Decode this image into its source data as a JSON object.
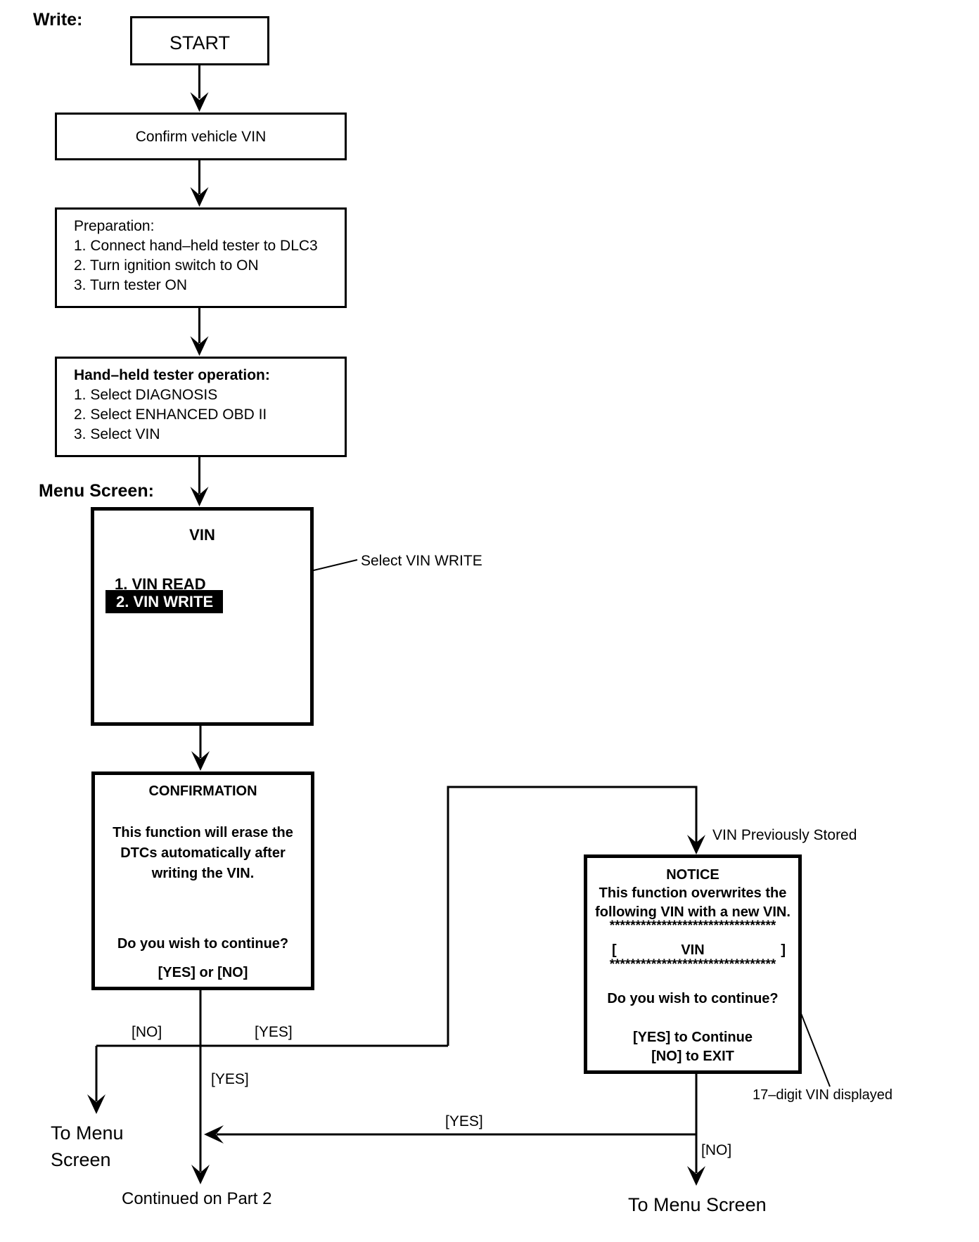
{
  "labels": {
    "write": "Write:",
    "menu_screen": "Menu Screen:"
  },
  "nodes": {
    "start": "START",
    "confirm_vin": "Confirm vehicle VIN",
    "preparation": {
      "title": "Preparation:",
      "items": [
        "1. Connect hand–held tester to DLC3",
        "2. Turn ignition switch to ON",
        "3. Turn tester ON"
      ]
    },
    "tester_operation": {
      "title": "Hand–held tester operation:",
      "items": [
        "1. Select DIAGNOSIS",
        "2. Select ENHANCED OBD II",
        "3. Select VIN"
      ]
    },
    "vin_menu": {
      "title": "VIN",
      "item_read": "1. VIN READ",
      "item_write": "2. VIN WRITE"
    },
    "confirmation": {
      "title": "CONFIRMATION",
      "body_lines": [
        "This function will erase the",
        "DTCs automatically after",
        "writing the VIN."
      ],
      "question": "Do you wish to continue?",
      "options": "[YES] or [NO]"
    },
    "notice": {
      "title": "NOTICE",
      "body_lines": [
        "This function overwrites the",
        "following VIN with a new VIN."
      ],
      "stars_top": "********************************",
      "vin_bracket_open": "[",
      "vin_label": "VIN",
      "vin_bracket_close": "]",
      "stars_bottom": "********************************",
      "question": "Do you wish to continue?",
      "yes_line": "[YES] to Continue",
      "no_line": "[NO] to EXIT"
    }
  },
  "callouts": {
    "select_vin_write": "Select VIN WRITE",
    "vin_previously_stored": "VIN Previously Stored",
    "vin_digits": "17–digit VIN displayed"
  },
  "branch_labels": {
    "confirmation_no": "[NO]",
    "confirmation_yes": "[YES]",
    "continue_yes": "[YES]",
    "merge_yes": "[YES]",
    "notice_no": "[NO]"
  },
  "terminals": {
    "to_menu_screen_left_line1": "To Menu",
    "to_menu_screen_left_line2": "Screen",
    "continued": "Continued on Part 2",
    "to_menu_screen_right": "To Menu Screen"
  },
  "colors": {
    "ink": "#000000",
    "background": "#ffffff",
    "highlight_bg": "#000000",
    "highlight_text": "#ffffff"
  }
}
